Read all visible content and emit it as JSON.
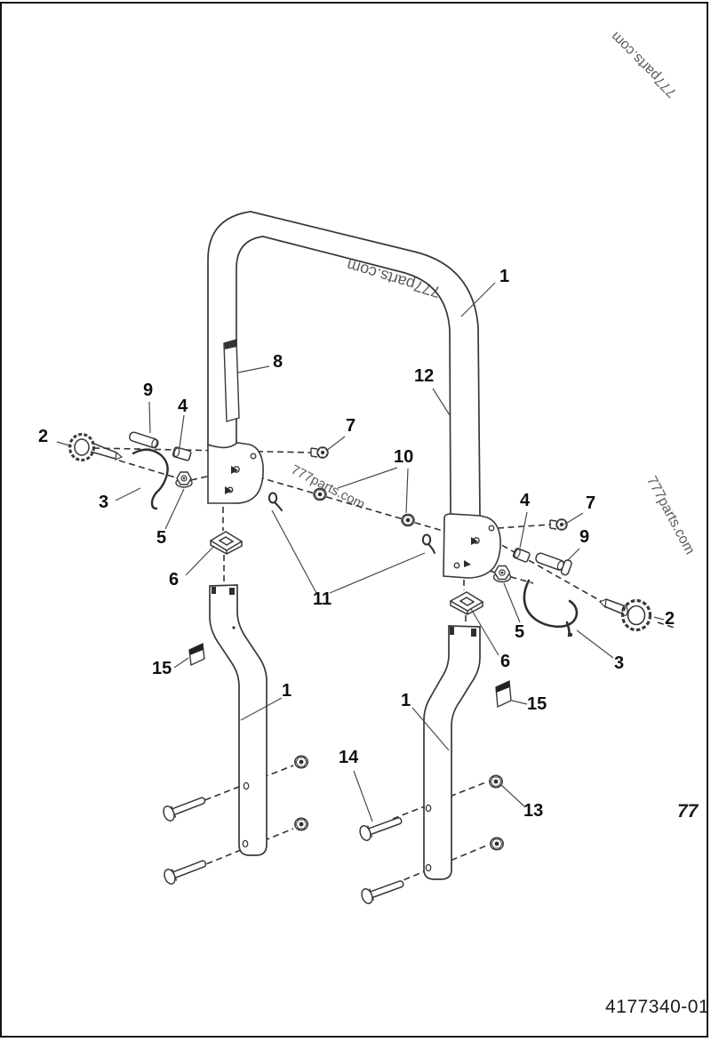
{
  "page": {
    "corner_text": "77",
    "drawing_number": "4177340-01",
    "border_color": "#151515"
  },
  "watermark": {
    "brand": "777parts.com"
  },
  "callouts": {
    "c1a": "1",
    "c1b": "1",
    "c1c": "1",
    "c2a": "2",
    "c2b": "2",
    "c3a": "3",
    "c3b": "3",
    "c4a": "4",
    "c4b": "4",
    "c5a": "5",
    "c5b": "5",
    "c6a": "6",
    "c6b": "6",
    "c7a": "7",
    "c7b": "7",
    "c8": "8",
    "c9a": "9",
    "c9b": "9",
    "c10": "10",
    "c11": "11",
    "c12": "12",
    "c13": "13",
    "c14": "14",
    "c15a": "15",
    "c15b": "15"
  }
}
